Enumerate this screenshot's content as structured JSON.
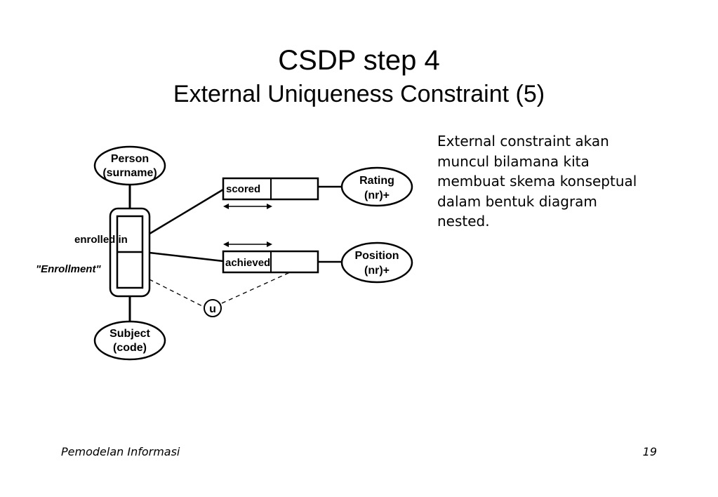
{
  "title": "CSDP step 4",
  "subtitle": "External Uniqueness Constraint (5)",
  "description_lines": [
    "External constraint akan",
    "muncul bilamana kita",
    "membuat skema konseptual",
    "dalam bentuk diagram",
    "nested."
  ],
  "footer": {
    "course": "Pemodelan Informasi",
    "page_number": "19"
  },
  "diagram": {
    "person": {
      "line1": "Person",
      "line2": "(surname)"
    },
    "subject": {
      "line1": "Subject",
      "line2": "(code)"
    },
    "rating": {
      "line1": "Rating",
      "line2": "(nr)+"
    },
    "position": {
      "line1": "Position",
      "line2": "(nr)+"
    },
    "enrolled_label": "enrolled in",
    "objectified_name": "\"Enrollment\"",
    "scored_label": "scored",
    "achieved_label": "achieved",
    "uniqueness_symbol": "u"
  }
}
